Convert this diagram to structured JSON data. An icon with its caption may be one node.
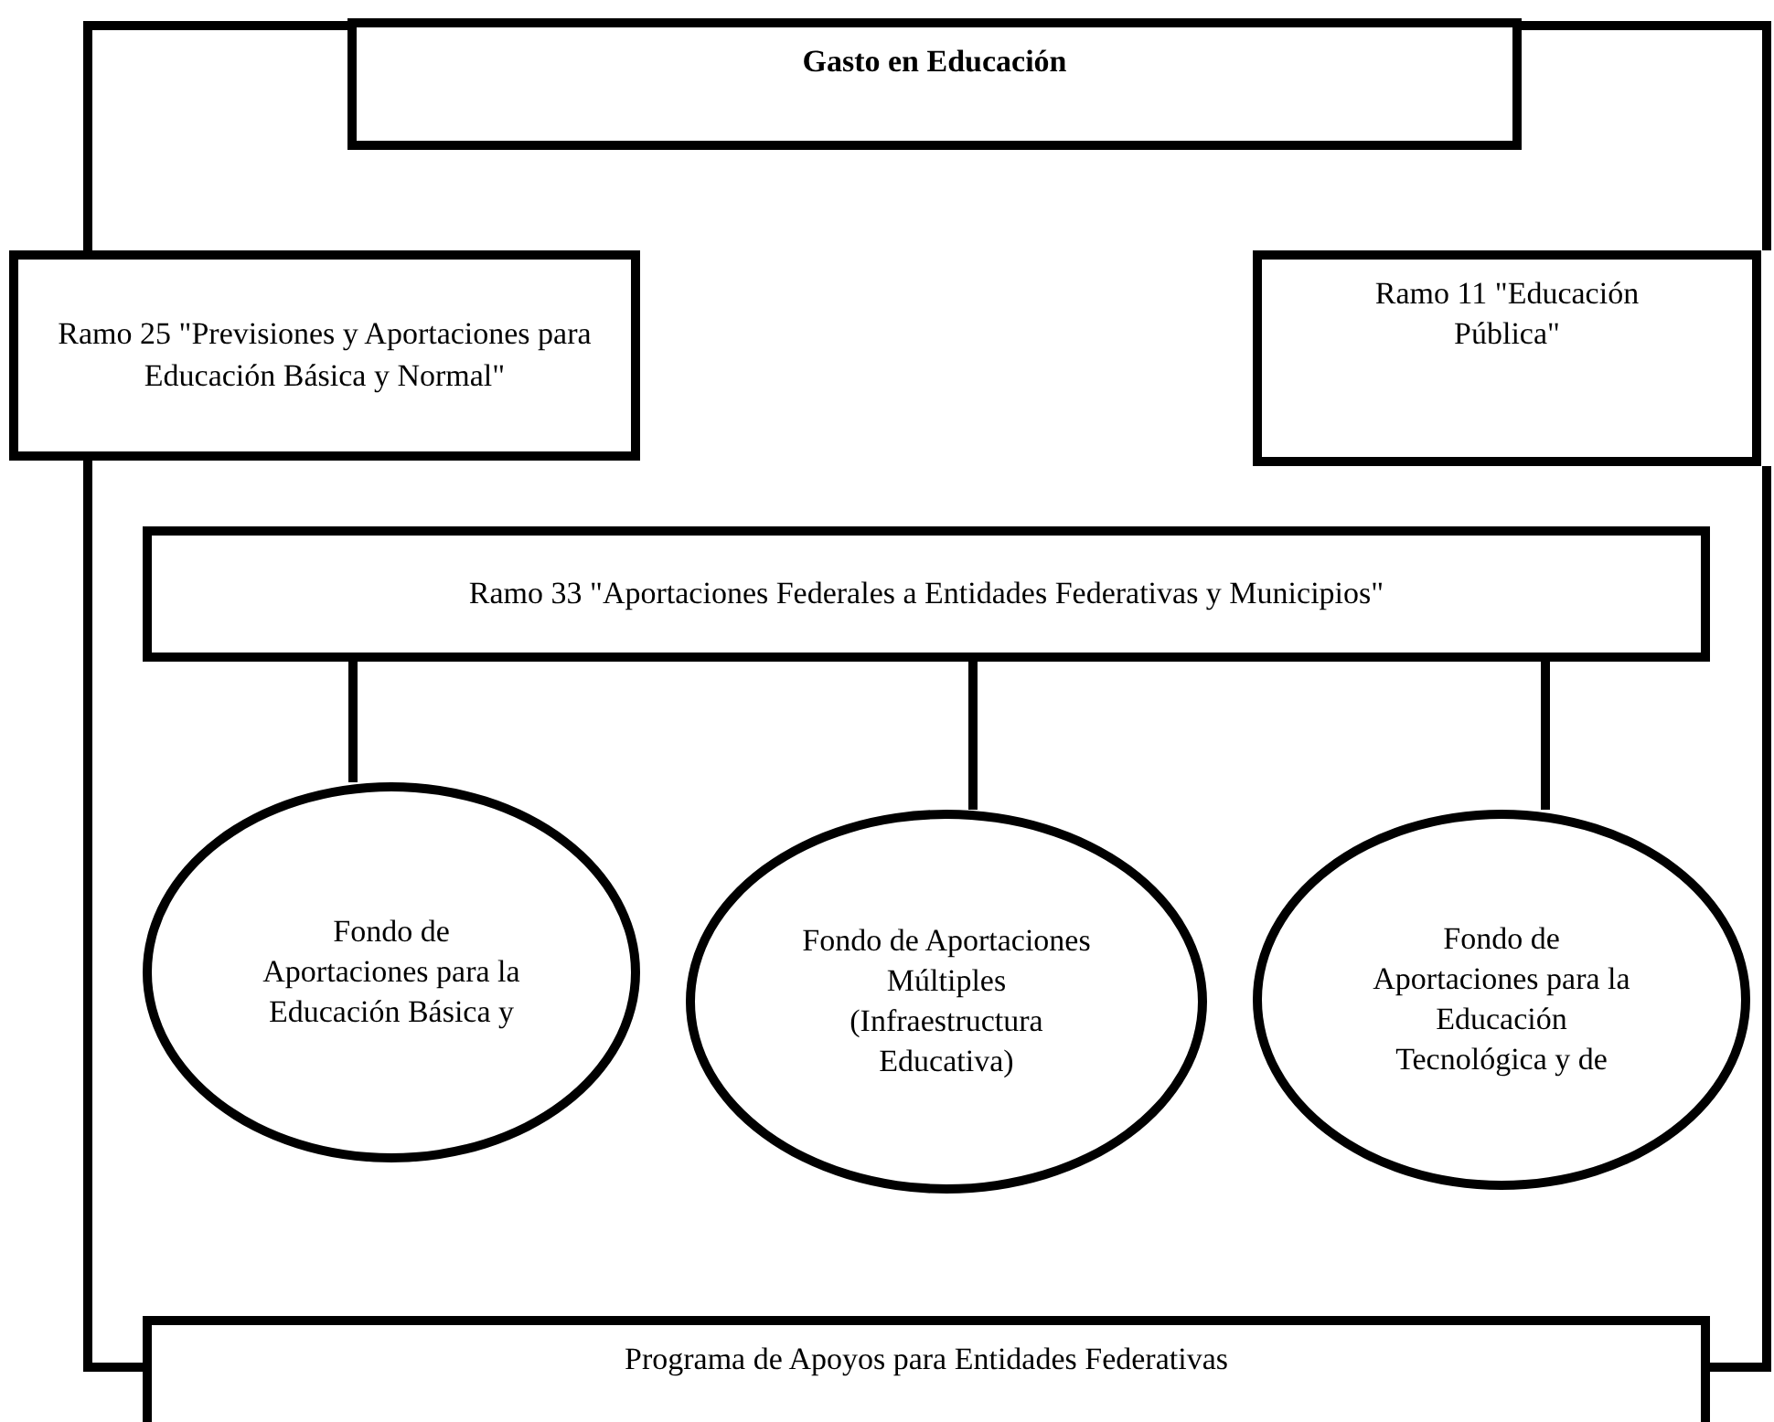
{
  "diagram": {
    "nodes": [
      {
        "text": [
          "Gasto en Educación"
        ]
      },
      {
        "text": [
          "Ramo 25 \"Previsiones y Aportaciones para Educación Básica y Normal\""
        ]
      },
      {
        "text": [
          "Ramo 11 \"Educación Pública\""
        ]
      },
      {
        "text": [
          "Ramo 33 \"Aportaciones Federales a Entidades Federativas y Municipios\""
        ]
      },
      {
        "text": [
          "Fondo de Aportaciones para la Educación Básica y"
        ]
      },
      {
        "text": [
          "Fondo de Aportaciones Múltiples (Infraestructura Educativa)"
        ]
      },
      {
        "text": [
          "Fondo de Aportaciones para la Educación Tecnológica y de"
        ]
      },
      {
        "text": [
          "Programa de Apoyos para Entidades Federativas"
        ]
      }
    ],
    "edges": [
      {
        "from": 0,
        "to": 1,
        "arrow": "none"
      },
      {
        "from": 0,
        "to": 2,
        "arrow": "none"
      },
      {
        "from": 1,
        "to": 7,
        "arrow": "none"
      },
      {
        "from": 2,
        "to": 7,
        "arrow": "none"
      },
      {
        "from": 3,
        "to": 4,
        "arrow": "none"
      },
      {
        "from": 3,
        "to": 5,
        "arrow": "none"
      },
      {
        "from": 3,
        "to": 6,
        "arrow": "none"
      }
    ]
  }
}
